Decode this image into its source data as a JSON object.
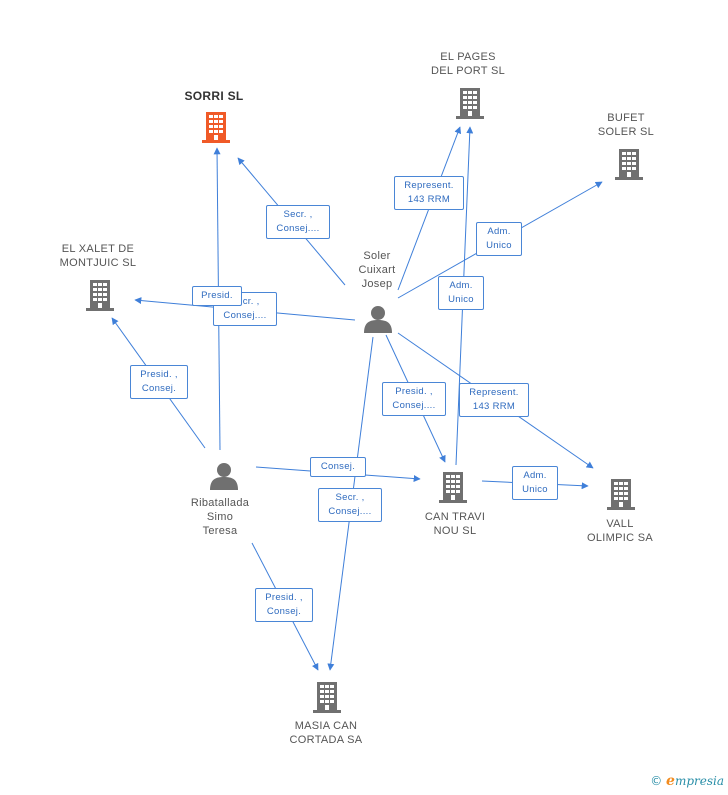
{
  "colors": {
    "edge": "#3f7fd9",
    "company": "#707070",
    "focus_company": "#f05a28",
    "person": "#707070"
  },
  "nodes": {
    "sorri": {
      "label": "SORRI SL",
      "icon": "building-icon"
    },
    "el_pages": {
      "label": "EL PAGES\nDEL PORT SL",
      "icon": "building-icon"
    },
    "bufet": {
      "label": "BUFET\nSOLER SL",
      "icon": "building-icon"
    },
    "el_xalet": {
      "label": "EL XALET DE\nMONTJUIC SL",
      "icon": "building-icon"
    },
    "soler": {
      "label": "Soler\nCuixart\nJosep",
      "icon": "person-icon"
    },
    "ribatallada": {
      "label": "Ribatallada\nSimo\nTeresa",
      "icon": "person-icon"
    },
    "can_travi": {
      "label": "CAN TRAVI\nNOU SL",
      "icon": "building-icon"
    },
    "vall": {
      "label": "VALL\nOLIMPIC SA",
      "icon": "building-icon"
    },
    "masia": {
      "label": "MASIA CAN\nCORTADA SA",
      "icon": "building-icon"
    }
  },
  "edges": {
    "soler_sorri": "Secr. ,\nConsej....",
    "soler_elpages": "Represent.\n143 RRM",
    "soler_bufet": "Adm.\nUnico",
    "soler_xalet": "Secr. ,\nConsej....",
    "rib_sorri": "Presid.",
    "cantravi_elpages": "Adm.\nUnico",
    "rib_xalet": "Presid. ,\nConsej.",
    "soler_cantravi": "Presid. ,\nConsej....",
    "soler_vall": "Represent.\n143 RRM",
    "rib_cantravi": "Consej.",
    "soler_masia": "Secr. ,\nConsej....",
    "cantravi_vall": "Adm.\nUnico",
    "rib_masia": "Presid. ,\nConsej."
  },
  "footer": {
    "copyright": "©",
    "brand_initial": "e",
    "brand_rest": "mpresia"
  }
}
